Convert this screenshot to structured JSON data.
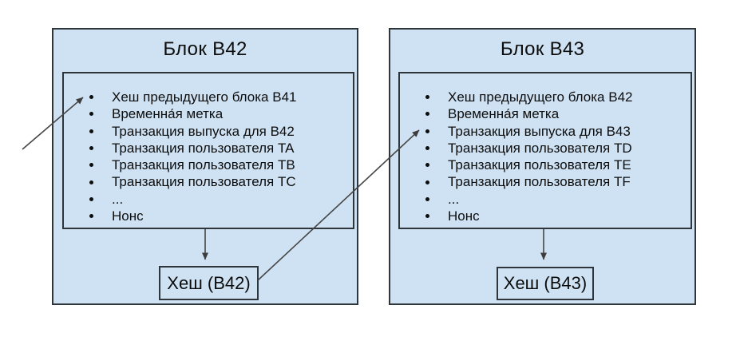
{
  "diagram": {
    "blocks": [
      {
        "title": "Блок B42",
        "items": [
          "Хеш предыдущего блока B41",
          "Временна́я метка",
          "Транзакция выпуска для B42",
          "Транзакция пользователя TA",
          "Транзакция пользователя TB",
          "Транзакция пользователя TC",
          "...",
          "Нонс"
        ],
        "hash_label": "Хеш (B42)"
      },
      {
        "title": "Блок B43",
        "items": [
          "Хеш предыдущего блока B42",
          "Временна́я метка",
          "Транзакция выпуска для B43",
          "Транзакция пользователя TD",
          "Транзакция пользователя TE",
          "Транзакция пользователя TF",
          "...",
          "Нонс"
        ],
        "hash_label": "Хеш (B43)"
      }
    ],
    "connections": [
      {
        "from": "offscreen-left",
        "to": "block-b42-item-hash-prev"
      },
      {
        "from": "block-b42-contents",
        "to": "block-b42-hash"
      },
      {
        "from": "block-b42-hash",
        "to": "block-b43-item-issue-tx"
      },
      {
        "from": "block-b43-contents",
        "to": "block-b43-hash"
      }
    ],
    "colors": {
      "block_fill": "#cfe2f3",
      "block_border": "#2f363b",
      "arrow": "#464646",
      "text": "#0d0d0d"
    }
  }
}
